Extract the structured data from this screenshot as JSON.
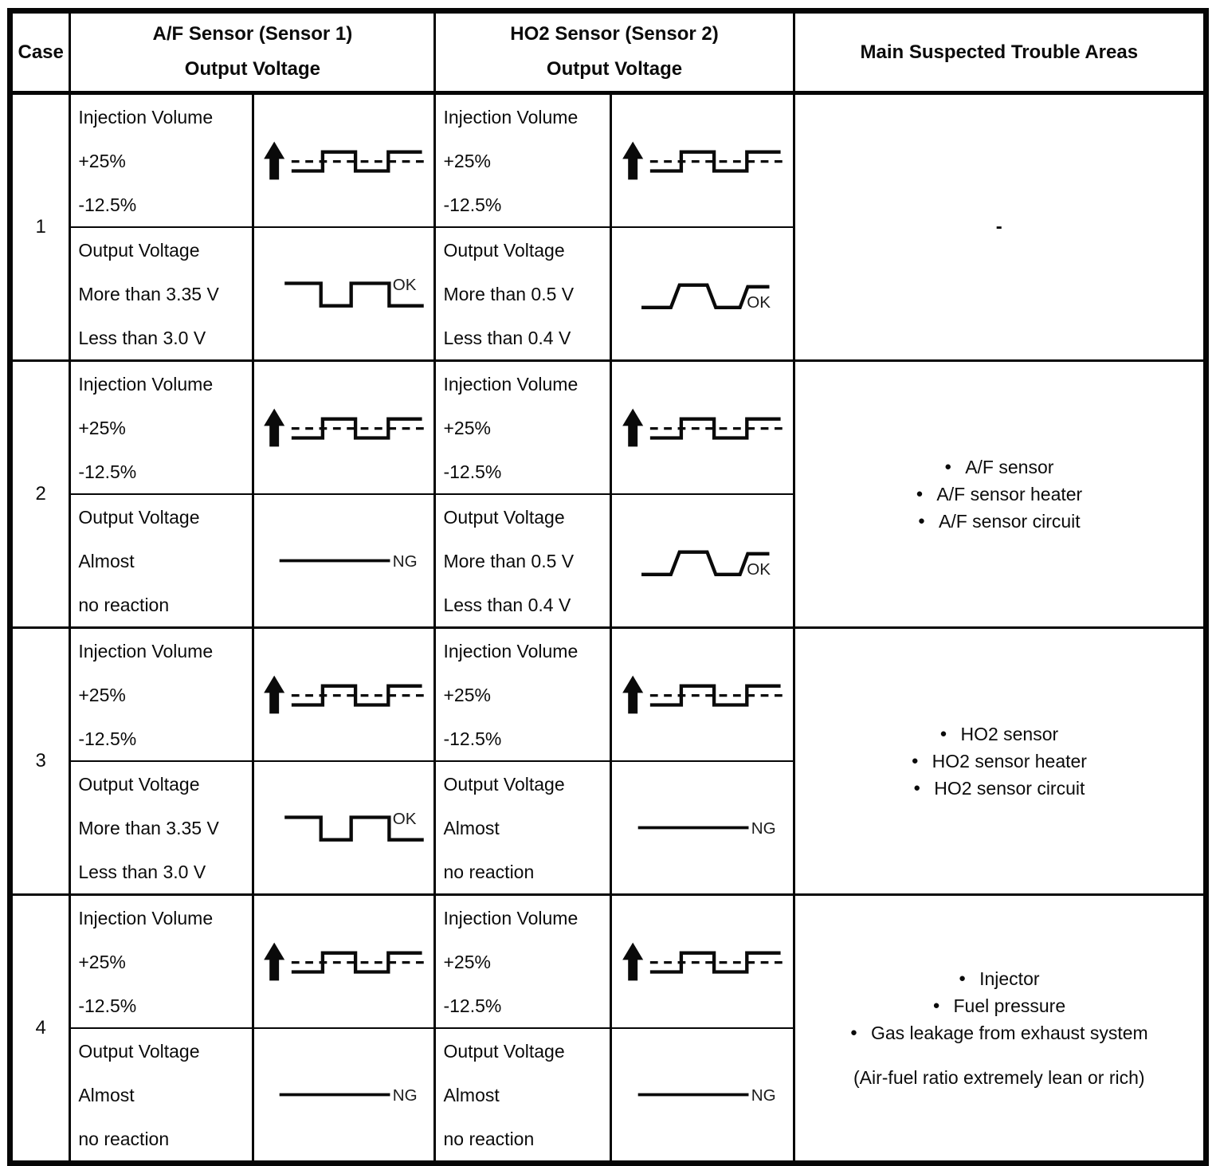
{
  "header": {
    "case": "Case",
    "af": {
      "line1": "A/F Sensor (Sensor 1)",
      "line2": "Output Voltage"
    },
    "ho2": {
      "line1": "HO2 Sensor (Sensor 2)",
      "line2": "Output Voltage"
    },
    "trouble": "Main Suspected Trouble Areas"
  },
  "cases": [
    {
      "number": "1",
      "af": {
        "injection": [
          "Injection Volume",
          "+25%",
          "-12.5%"
        ],
        "output": [
          "Output Voltage",
          "More than 3.35 V",
          "Less than 3.0 V"
        ],
        "result": "OK"
      },
      "ho2": {
        "injection": [
          "Injection Volume",
          "+25%",
          "-12.5%"
        ],
        "output": [
          "Output Voltage",
          "More than 0.5 V",
          "Less than 0.4 V"
        ],
        "result": "OK"
      },
      "trouble": {
        "text": "-"
      }
    },
    {
      "number": "2",
      "af": {
        "injection": [
          "Injection Volume",
          "+25%",
          "-12.5%"
        ],
        "output": [
          "Output Voltage",
          "Almost",
          "no reaction"
        ],
        "result": "NG"
      },
      "ho2": {
        "injection": [
          "Injection Volume",
          "+25%",
          "-12.5%"
        ],
        "output": [
          "Output Voltage",
          "More than 0.5 V",
          "Less than 0.4 V"
        ],
        "result": "OK"
      },
      "trouble": {
        "items": [
          "A/F sensor",
          "A/F sensor heater",
          "A/F sensor circuit"
        ]
      }
    },
    {
      "number": "3",
      "af": {
        "injection": [
          "Injection Volume",
          "+25%",
          "-12.5%"
        ],
        "output": [
          "Output Voltage",
          "More than 3.35 V",
          "Less than 3.0 V"
        ],
        "result": "OK"
      },
      "ho2": {
        "injection": [
          "Injection Volume",
          "+25%",
          "-12.5%"
        ],
        "output": [
          "Output Voltage",
          "Almost",
          "no reaction"
        ],
        "result": "NG"
      },
      "trouble": {
        "items": [
          "HO2 sensor",
          "HO2 sensor heater",
          "HO2 sensor circuit"
        ]
      }
    },
    {
      "number": "4",
      "af": {
        "injection": [
          "Injection Volume",
          "+25%",
          "-12.5%"
        ],
        "output": [
          "Output Voltage",
          "Almost",
          "no reaction"
        ],
        "result": "NG"
      },
      "ho2": {
        "injection": [
          "Injection Volume",
          "+25%",
          "-12.5%"
        ],
        "output": [
          "Output Voltage",
          "Almost",
          "no reaction"
        ],
        "result": "NG"
      },
      "trouble": {
        "items": [
          "Injector",
          "Fuel pressure",
          "Gas leakage from exhaust system"
        ],
        "note": "(Air-fuel ratio extremely lean or rich)"
      }
    }
  ],
  "icons": {
    "bullet": "●"
  }
}
